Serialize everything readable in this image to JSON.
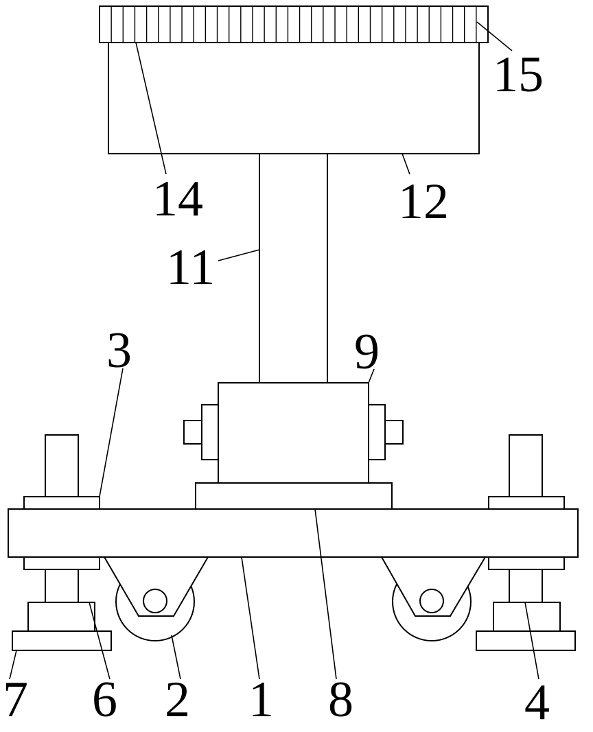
{
  "diagram": {
    "type": "patent mechanical line drawing",
    "background_color": "#ffffff",
    "line_color": "#000000",
    "labels": {
      "l1": "1",
      "l2": "2",
      "l3": "3",
      "l4": "4",
      "l6": "6",
      "l7": "7",
      "l8": "8",
      "l9": "9",
      "l11": "11",
      "l12": "12",
      "l14": "14",
      "l15": "15"
    }
  }
}
